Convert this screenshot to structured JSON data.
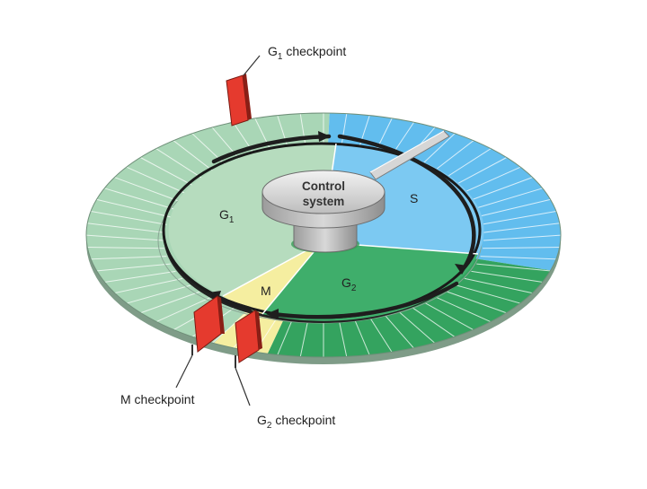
{
  "labels": {
    "g1_checkpoint": {
      "base": "G",
      "sub": "1",
      "rest": " checkpoint"
    },
    "m_checkpoint": "M checkpoint",
    "g2_checkpoint": {
      "base": "G",
      "sub": "2",
      "rest": " checkpoint"
    },
    "control_line1": "Control",
    "control_line2": "system",
    "phase_g1": {
      "base": "G",
      "sub": "1"
    },
    "phase_s": "S",
    "phase_g2": {
      "base": "G",
      "sub": "2"
    },
    "phase_m": "M"
  },
  "colors": {
    "g1": "#b6dcbe",
    "g1_ring": "#a9d6b6",
    "s": "#7cc9f2",
    "s_ring": "#62bdee",
    "g2": "#3fae6b",
    "g2_ring": "#34a35f",
    "m": "#f5eea0",
    "checkpoint": "#e53a2e",
    "checkpoint_dark": "#b5261c",
    "arrow": "#1e1e1e",
    "control": "#cfcfcf"
  }
}
